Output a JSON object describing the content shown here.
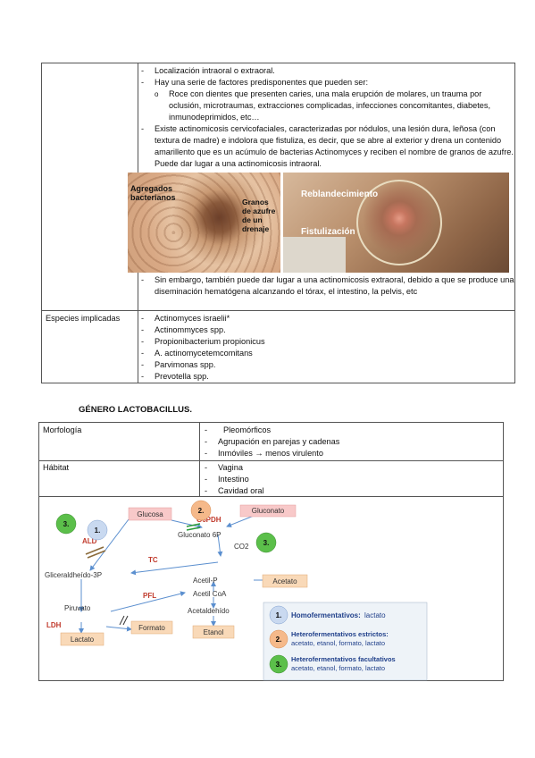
{
  "table1": {
    "row1_items": [
      "Localización intraoral o extraoral.",
      "Hay una serie de factores predisponentes que pueden ser:"
    ],
    "row1_sub": "Roce con dientes que presenten caries, una mala erupción de molares, un trauma por oclusión, microtraumas, extracciones complicadas, infecciones concomitantes, diabetes, inmunodeprimidos, etc…",
    "row1_item3": "Existe actinomicosis cervicofaciales, caracterizadas por nódulos, una lesión dura, leñosa (con textura de madre) e indolora que fistuliza, es decir, que se abre al exterior y drena un contenido amarillento que es un acúmulo de bacterias Actinomyces y reciben el nombre de granos de azufre. Puede dar lugar a una actinomicosis intraoral.",
    "photo_left": {
      "label_agregados": "Agregados bacterianos",
      "label_granos": "Granos de azufre de un drenaje"
    },
    "photo_right": {
      "label_reblandecimiento": "Reblandecimiento",
      "label_fistulizacion": "Fistulización"
    },
    "row1_item4": "Sin embargo, también puede dar lugar a una actinomicosis extraoral, debido a que se produce una diseminación hematógena alcanzando el tórax, el intestino, la pelvis, etc",
    "row2_header": "Especies implicadas",
    "row2_items": [
      "Actinomyces israelii*",
      "Actinommyces spp.",
      "Propionibacterium propionicus",
      "A. actinomycetemcomitans",
      "Parvimonas spp.",
      "Prevotella spp."
    ]
  },
  "section_title": "GÉNERO LACTOBACILLUS.",
  "table2": {
    "morfologia_header": "Morfología",
    "morfologia_items": [
      "Pleomórficos",
      "Agrupación en parejas y cadenas",
      "Inmóviles → menos virulento"
    ],
    "habitat_header": "Hábitat",
    "habitat_items": [
      "Vagina",
      "Intestino",
      "Cavidad oral"
    ]
  },
  "diagram": {
    "glucosa": "Glucosa",
    "gluconato": "Gluconato",
    "g6pdh": "G6PDH",
    "gluconato6p": "Gluconato 6P",
    "co2": "CO2",
    "ald": "ALD",
    "tc": "TC",
    "gliceraldehido": "Gliceraldheído-3P",
    "acetilp": "Acetil-P",
    "acetato": "Acetato",
    "acetilcoa": "Acetil CoA",
    "pfl": "PFL",
    "piruvato": "Piruvato",
    "formato": "Formato",
    "acetaldehido": "Acetaldehído",
    "ldh": "LDH",
    "lactato": "Lactato",
    "etanol": "Etanol",
    "badge1": "1.",
    "badge2": "2.",
    "badge3": "3.",
    "legend1_title": "Homofermentativos:",
    "legend1_text": "lactato",
    "legend2_title": "Heterofermentativos estrictos:",
    "legend2_text": "acetato, etanol, formato, lactato",
    "legend3_title": "Heterofermentativos facultativos",
    "legend3_text": "acetato, etanol, formato, lactato",
    "colors": {
      "box_pink": "#f8c9c9",
      "box_orange": "#f9d9b8",
      "badge_blue": "#c9d9f0",
      "badge_orange": "#f5b98a",
      "badge_green": "#5bbf4a",
      "text_red": "#c0392b",
      "arrow_blue": "#5b8fcf"
    }
  }
}
